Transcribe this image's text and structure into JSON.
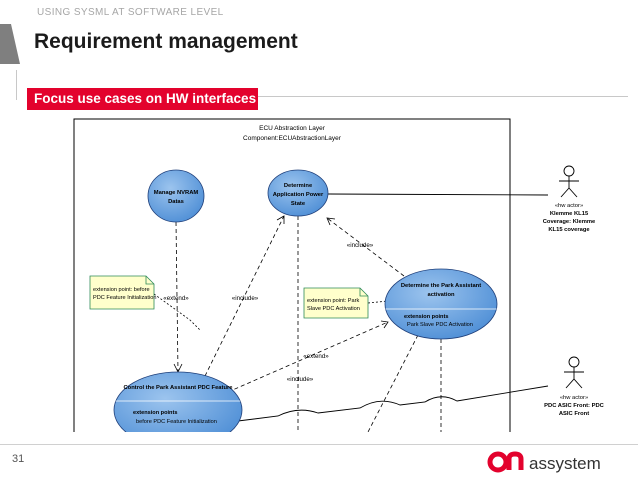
{
  "slide": {
    "section_label": "USING SYSML AT SOFTWARE LEVEL",
    "title": "Requirement management",
    "banner": "Focus use cases on HW interfaces",
    "page_number": "31"
  },
  "logo": {
    "text": "assystem",
    "icon": "assystem-logo-mark",
    "accent": "#e3022d"
  },
  "colors": {
    "accent": "#e3022d",
    "usecase_fill": "#5b9bd5",
    "note_fill": "#ffffcc",
    "note_border": "#2e8b57"
  },
  "diagram": {
    "system_title": "ECU Abstraction Layer",
    "system_component": "Component:ECUAbstractionLayer",
    "usecases": {
      "manage_nvram": {
        "line1": "Manage NVRAM",
        "line2": "Datas"
      },
      "determine_power": {
        "line1": "Determine",
        "line2": "Application Power",
        "line3": "State"
      },
      "determine_pa": {
        "line1": "Determine the Park Assistant",
        "line2": "activation",
        "ext_label": "extension points",
        "ext_value": "Park Slave PDC Activation"
      },
      "control_pa": {
        "line1": "Control the Park Assistant PDC Feature",
        "ext_label": "extension points",
        "ext_value": "before PDC Feature Initialization"
      }
    },
    "notes": {
      "note1": {
        "line1": "extension point: before",
        "line2": "PDC Feature Initialization"
      },
      "note2": {
        "line1": "extension point: Park",
        "line2": "Slave PDC Activation"
      }
    },
    "relations": {
      "extend_left": "«extend»",
      "include_left": "«include»",
      "include_top": "«include»",
      "extend_mid": "«extend»",
      "include_bottom": "«include»"
    },
    "actors": {
      "klemme": {
        "stereotype": "«hw actor»",
        "line1": "Klemme KL15",
        "line2": "Coverage: Klemme",
        "line3": "KL15 coverage"
      },
      "pdc": {
        "stereotype": "«hw actor»",
        "line1": "PDC ASIC Front: PDC",
        "line2": "ASIC Front"
      }
    }
  }
}
